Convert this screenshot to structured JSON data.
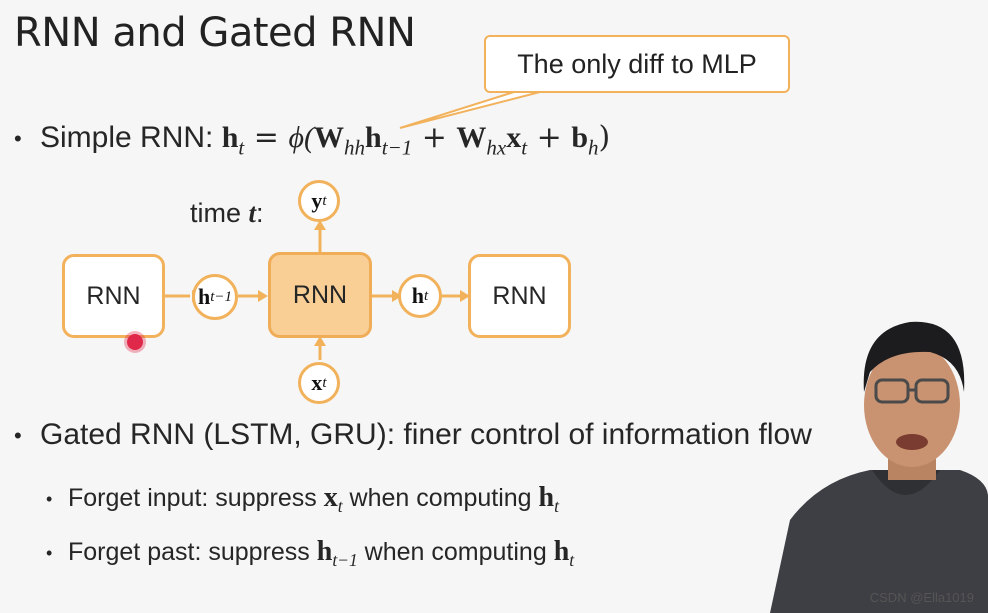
{
  "slide": {
    "title": "RNN and Gated RNN",
    "callout": "The only diff to MLP",
    "bullet1": {
      "label": "Simple RNN:",
      "formula": {
        "lhs": "h",
        "lhs_sub": "t",
        "eq": " = ",
        "phi": "ϕ(",
        "w1": "W",
        "w1_sub": "hh",
        "h_prev": "h",
        "h_prev_sub": "t−1",
        "plus1": " + ",
        "w2": "W",
        "w2_sub": "hx",
        "x": "x",
        "x_sub": "t",
        "plus2": " + ",
        "b": "b",
        "b_sub": "h",
        "close": ")"
      }
    },
    "diagram": {
      "time_label": "time ",
      "time_var": "t",
      "time_colon": ":",
      "box_left": "RNN",
      "box_mid": "RNN",
      "box_right": "RNN",
      "node_h_prev": "h",
      "node_h_prev_sub": "t−1",
      "node_h": "h",
      "node_h_sub": "t",
      "node_y": "y",
      "node_y_sub": "t",
      "node_x": "x",
      "node_x_sub": "t"
    },
    "bullet2": "Gated RNN (LSTM, GRU): finer control of information flow",
    "sub1": {
      "pre": "Forget input: suppress ",
      "v1": "x",
      "v1_sub": "t",
      "mid": " when computing ",
      "v2": "h",
      "v2_sub": "t"
    },
    "sub2": {
      "pre": "Forget past: suppress ",
      "v1": "h",
      "v1_sub": "t−1",
      "mid": " when computing ",
      "v2": "h",
      "v2_sub": "t"
    }
  },
  "watermark": "CSDN @Ella1019",
  "colors": {
    "accent_orange": "#f2b25c",
    "fill_orange": "#f9cf96",
    "pointer_red": "#e0284a"
  }
}
